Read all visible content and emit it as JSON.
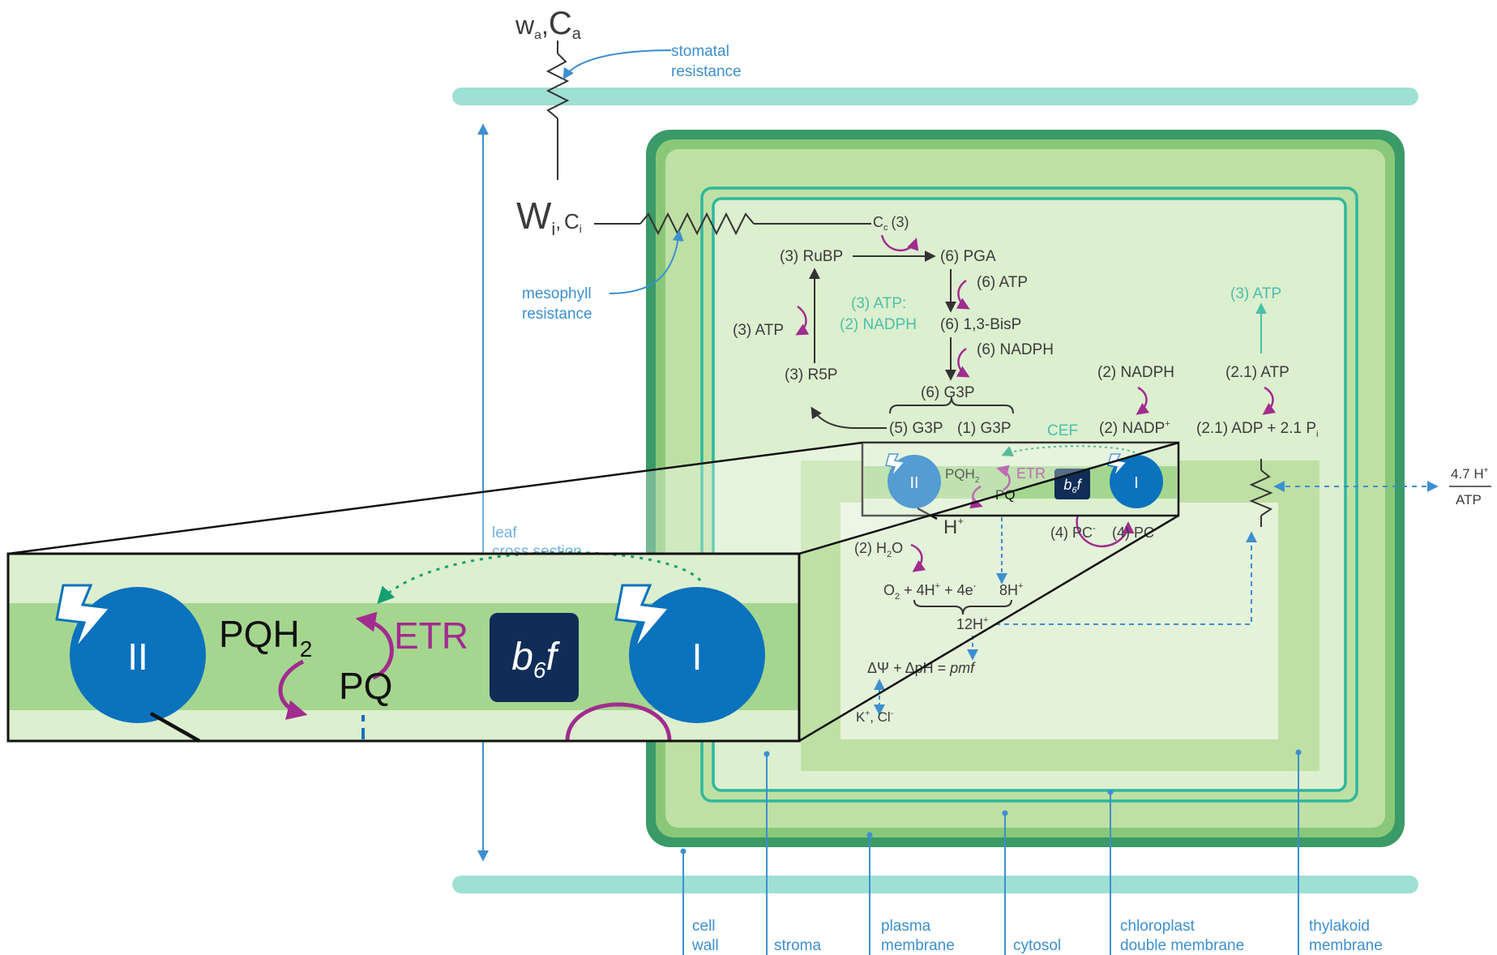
{
  "top": {
    "w_a": "w",
    "w_a_sub": "a",
    "sep": ",",
    "C_a": "C",
    "C_a_sub": "a",
    "stomatal": [
      "stomatal",
      "resistance"
    ],
    "W_i": "W",
    "W_i_sub": "i",
    "C_i": "C",
    "C_i_sub": "i",
    "mesophyll": [
      "mesophyll",
      "resistance"
    ],
    "C_c": "C",
    "C_c_sub": "c",
    "C_c_count": "(3)"
  },
  "calvin": {
    "rubp": "(3) RuBP",
    "pga": "(6) PGA",
    "atp6": "(6) ATP",
    "bisp": "(6) 1,3-BisP",
    "nadph6": "(6) NADPH",
    "g3p6": "(6) G3P",
    "g3p5": "(5) G3P",
    "g3p1": "(1) G3P",
    "r5p": "(3) R5P",
    "atp3": "(3) ATP",
    "ratio_line1": "(3) ATP:",
    "ratio_line2": "(2) NADPH"
  },
  "right_cycle": {
    "atp3_green": "(3) ATP",
    "nadph2": "(2) NADPH",
    "nadp2": "(2) NADP",
    "nadp_sup": "+",
    "atp21": "(2.1) ATP",
    "adp": "(2.1) ADP + 2.1 P",
    "adp_sub": "i",
    "cef": "CEF",
    "h_ratio_top": "4.7 H",
    "h_ratio_sup": "+",
    "h_ratio_bottom": "ATP"
  },
  "thylakoid": {
    "ps2": "II",
    "ps1": "I",
    "pqh2": "PQH",
    "pqh2_sub": "2",
    "pq": "PQ",
    "etr": "ETR",
    "b6f_b": "b",
    "b6f_6": "6",
    "b6f_f": "f",
    "h_plus": "H",
    "h_plus_sup": "+",
    "water": "(2) H",
    "water_sub": "2",
    "water_end": "O",
    "o2": "O",
    "o2_sub": "2",
    "o2_rest": " + 4H",
    "o2_sup": "+",
    "o2_e": " + 4e",
    "o2_e_sup": "-",
    "h8": "8H",
    "h8_sup": "+",
    "h12": "12H",
    "h12_sup": "+",
    "pc_left": "(4) PC",
    "pc_left_sup": "-",
    "pc_right": "(4) PC",
    "pmf": "ΔΨ + ΔpH = ",
    "pmf_italic": "pmf",
    "ions": "K",
    "ions_sup": "+",
    "ions_rest": ", Cl",
    "ions_sup2": "-"
  },
  "leaf": [
    "leaf",
    "cross section"
  ],
  "bottom_labels": [
    [
      "cell",
      "wall"
    ],
    [
      "stroma"
    ],
    [
      "plasma",
      "membrane"
    ],
    [
      "cytosol"
    ],
    [
      "chloroplast",
      "double membrane"
    ],
    [
      "thylakoid",
      "membrane"
    ]
  ],
  "colors": {
    "leaf_band": "#9ee0d4",
    "cell_wall": "#3a9a68",
    "stroma": "#bfe0a4",
    "inner": "#e2f1d6",
    "membrane": "#2fb79c",
    "psii_blue": "#0b72bd",
    "b6f_navy": "#0f2d57",
    "etr_magenta": "#a12c8f",
    "label_blue": "#3d8fd0",
    "teal_text": "#4cc0a8"
  },
  "icons": [
    "lightning-icon",
    "resistor-icon",
    "curved-arrow-icon"
  ]
}
